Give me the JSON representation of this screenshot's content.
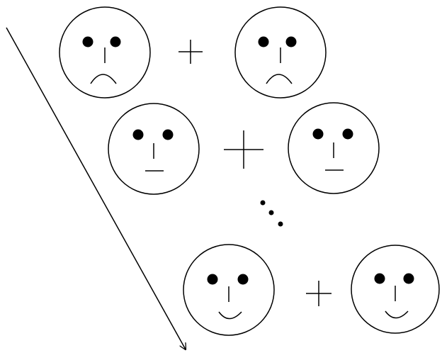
{
  "diagram": {
    "colors": {
      "stroke": "#000000",
      "face_fill": "#ffffff",
      "eye_fill": "#000000",
      "background": "#ffffff"
    },
    "rows": [
      {
        "expression": "sad",
        "operator": "+",
        "faces": [
          {
            "expression": "sad",
            "icon": "sad-face-icon"
          },
          {
            "expression": "sad",
            "icon": "sad-face-icon"
          }
        ]
      },
      {
        "expression": "neutral",
        "operator": "+",
        "faces": [
          {
            "expression": "neutral",
            "icon": "neutral-face-icon"
          },
          {
            "expression": "neutral",
            "icon": "neutral-face-icon"
          }
        ]
      },
      {
        "expression": "happy",
        "operator": "+",
        "faces": [
          {
            "expression": "happy",
            "icon": "happy-face-icon"
          },
          {
            "expression": "happy",
            "icon": "happy-face-icon"
          }
        ]
      }
    ],
    "ellipsis": "ellipsis-dots-icon",
    "arrow": "diagonal-arrow-icon"
  }
}
